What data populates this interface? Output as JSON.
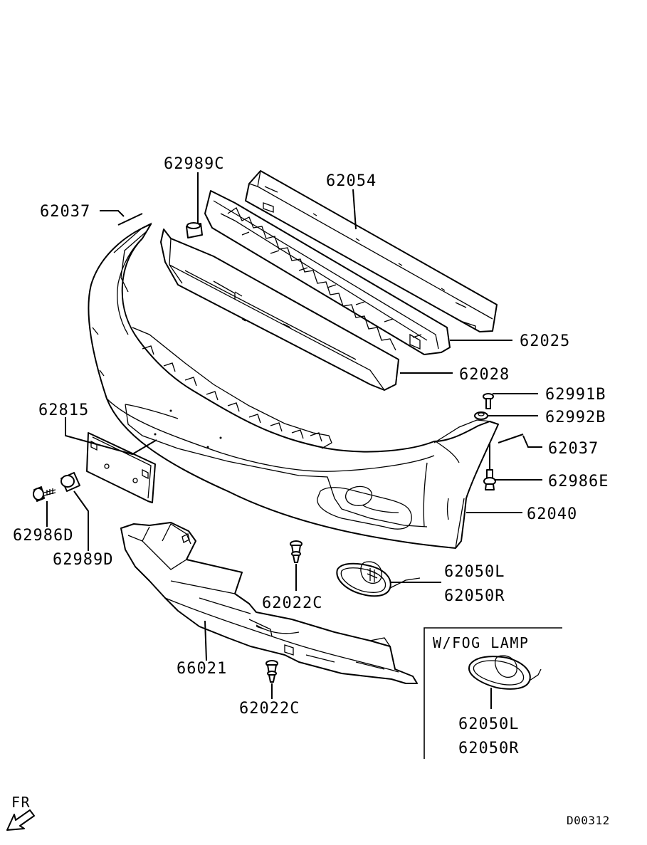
{
  "labels": {
    "p62989C": "62989C",
    "p62054": "62054",
    "p62037_top": "62037",
    "p62025": "62025",
    "p62028": "62028",
    "p62991B": "62991B",
    "p62992B": "62992B",
    "p62037_right": "62037",
    "p62815": "62815",
    "p62986E": "62986E",
    "p62040": "62040",
    "p62986D": "62986D",
    "p62989D": "62989D",
    "p62050L": "62050L",
    "p62050R": "62050R",
    "p62022C_mid": "62022C",
    "p66021": "66021",
    "p62022C_low": "62022C"
  },
  "inset": {
    "title": "W/FOG LAMP",
    "part_l": "62050L",
    "part_r": "62050R"
  },
  "direction": "FR",
  "diagram_code": "D00312"
}
